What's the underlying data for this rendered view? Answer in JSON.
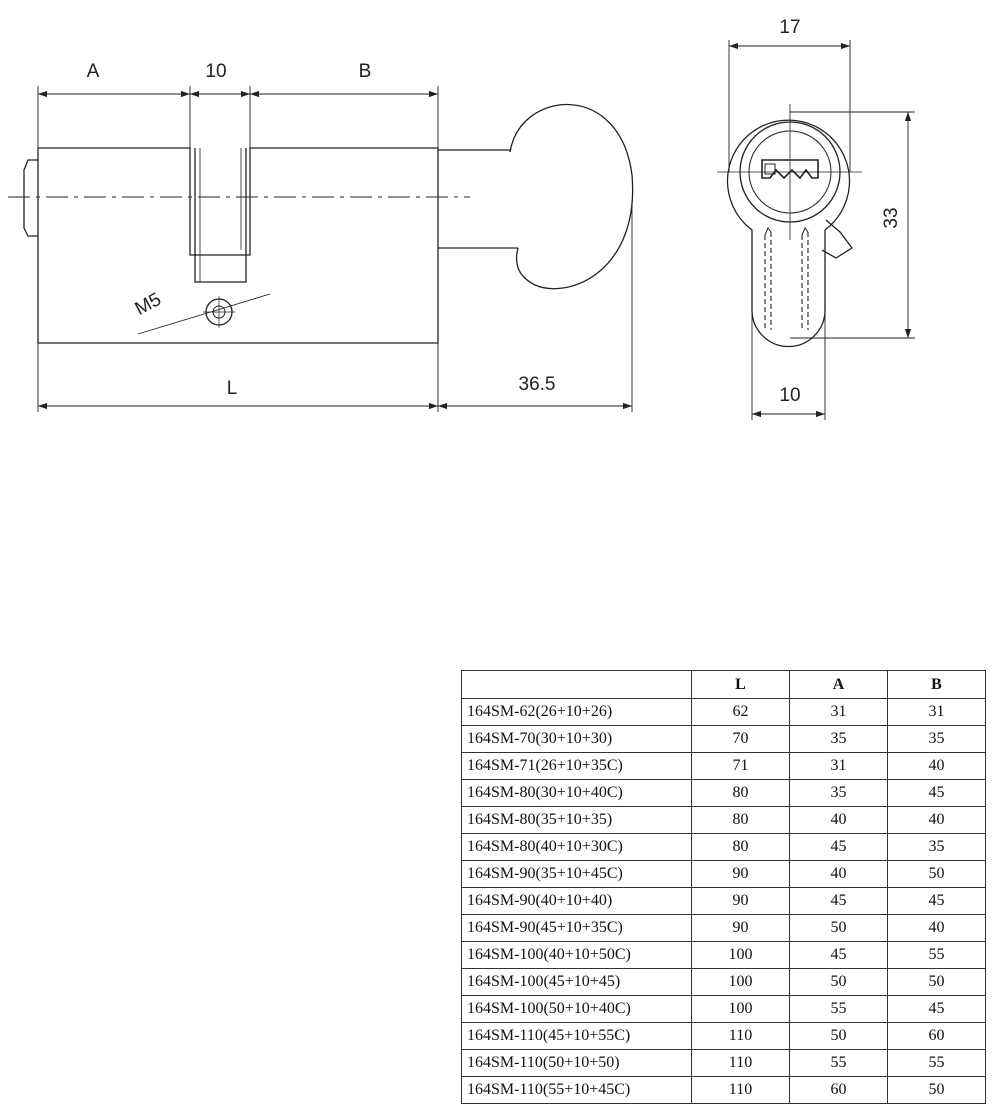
{
  "drawing": {
    "side_view_labels": {
      "a": "A",
      "cam_width": "10",
      "b": "B",
      "thread": "M5",
      "length": "L",
      "knob": "36.5"
    },
    "end_view_labels": {
      "width": "17",
      "height": "33",
      "bottom_width": "10"
    }
  },
  "table": {
    "headers": [
      "",
      "L",
      "A",
      "B"
    ],
    "rows": [
      [
        "164SM-62(26+10+26)",
        "62",
        "31",
        "31"
      ],
      [
        "164SM-70(30+10+30)",
        "70",
        "35",
        "35"
      ],
      [
        "164SM-71(26+10+35C)",
        "71",
        "31",
        "40"
      ],
      [
        "164SM-80(30+10+40C)",
        "80",
        "35",
        "45"
      ],
      [
        "164SM-80(35+10+35)",
        "80",
        "40",
        "40"
      ],
      [
        "164SM-80(40+10+30C)",
        "80",
        "45",
        "35"
      ],
      [
        "164SM-90(35+10+45C)",
        "90",
        "40",
        "50"
      ],
      [
        "164SM-90(40+10+40)",
        "90",
        "45",
        "45"
      ],
      [
        "164SM-90(45+10+35C)",
        "90",
        "50",
        "40"
      ],
      [
        "164SM-100(40+10+50C)",
        "100",
        "45",
        "55"
      ],
      [
        "164SM-100(45+10+45)",
        "100",
        "50",
        "50"
      ],
      [
        "164SM-100(50+10+40C)",
        "100",
        "55",
        "45"
      ],
      [
        "164SM-110(45+10+55C)",
        "110",
        "50",
        "60"
      ],
      [
        "164SM-110(50+10+50)",
        "110",
        "55",
        "55"
      ],
      [
        "164SM-110(55+10+45C)",
        "110",
        "60",
        "50"
      ]
    ]
  }
}
